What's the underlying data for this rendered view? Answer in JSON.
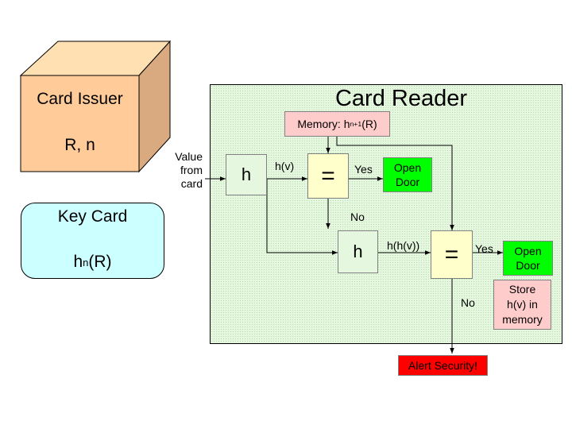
{
  "issuer": {
    "title": "Card Issuer",
    "values": "R, n"
  },
  "keycard": {
    "title": "Key Card",
    "value_base": "h",
    "value_sup": "n",
    "value_tail": " (R)"
  },
  "reader": {
    "title": "Card Reader"
  },
  "memory": {
    "prefix": "Memory: h",
    "sup": "n+1",
    "tail": " (R)"
  },
  "input_label": [
    "Value",
    "from",
    "card"
  ],
  "hash1": {
    "symbol": "h"
  },
  "hash2": {
    "symbol": "h"
  },
  "compare1": {
    "symbol": "="
  },
  "compare2": {
    "symbol": "="
  },
  "arrow_labels": {
    "hv": "h(v)",
    "yes1": "Yes",
    "no1": "No",
    "hhv": "h(h(v))",
    "yes2": "Yes",
    "no2": "No"
  },
  "open_door1": [
    "Open",
    "Door"
  ],
  "open_door2": [
    "Open",
    "Door"
  ],
  "store": [
    "Store",
    "h(v) in",
    "memory"
  ],
  "alert": "Alert Security!",
  "colors": {
    "issuer_front": "#ffcc99",
    "issuer_top": "#ffe0b3",
    "issuer_side": "#d9aa80",
    "keycard": "#ccffff",
    "reader_bg": "#e6f7df",
    "memory": "#ffcccc",
    "hash": "#e6f7df",
    "compare": "#ffffcc",
    "open_door": "#00ff00",
    "store": "#ffcccc",
    "alert": "#ff0000"
  }
}
